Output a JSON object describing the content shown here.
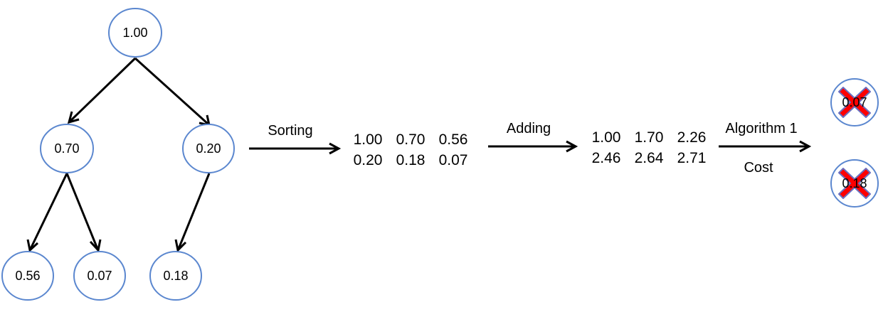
{
  "colors": {
    "node_stroke": "#5b87cf",
    "edge": "#000000",
    "cross_fill": "#ff0000",
    "cross_stroke": "#6a70c0"
  },
  "tree": {
    "root": "1.00",
    "level1_left": "0.70",
    "level1_right": "0.20",
    "leaf_a": "0.56",
    "leaf_b": "0.07",
    "leaf_c": "0.18"
  },
  "steps": {
    "sorting_label": "Sorting",
    "adding_label": "Adding",
    "algorithm_label": "Algorithm 1",
    "cost_label": "Cost"
  },
  "sorted": {
    "row1": [
      "1.00",
      "0.70",
      "0.56"
    ],
    "row2": [
      "0.20",
      "0.18",
      "0.07"
    ]
  },
  "cumulative": {
    "row1": [
      "1.00",
      "1.70",
      "2.26"
    ],
    "row2": [
      "2.46",
      "2.64",
      "2.71"
    ]
  },
  "pruned": {
    "top": "0.07",
    "bottom": "0.18",
    "mark_icon": "cross-mark-icon"
  }
}
